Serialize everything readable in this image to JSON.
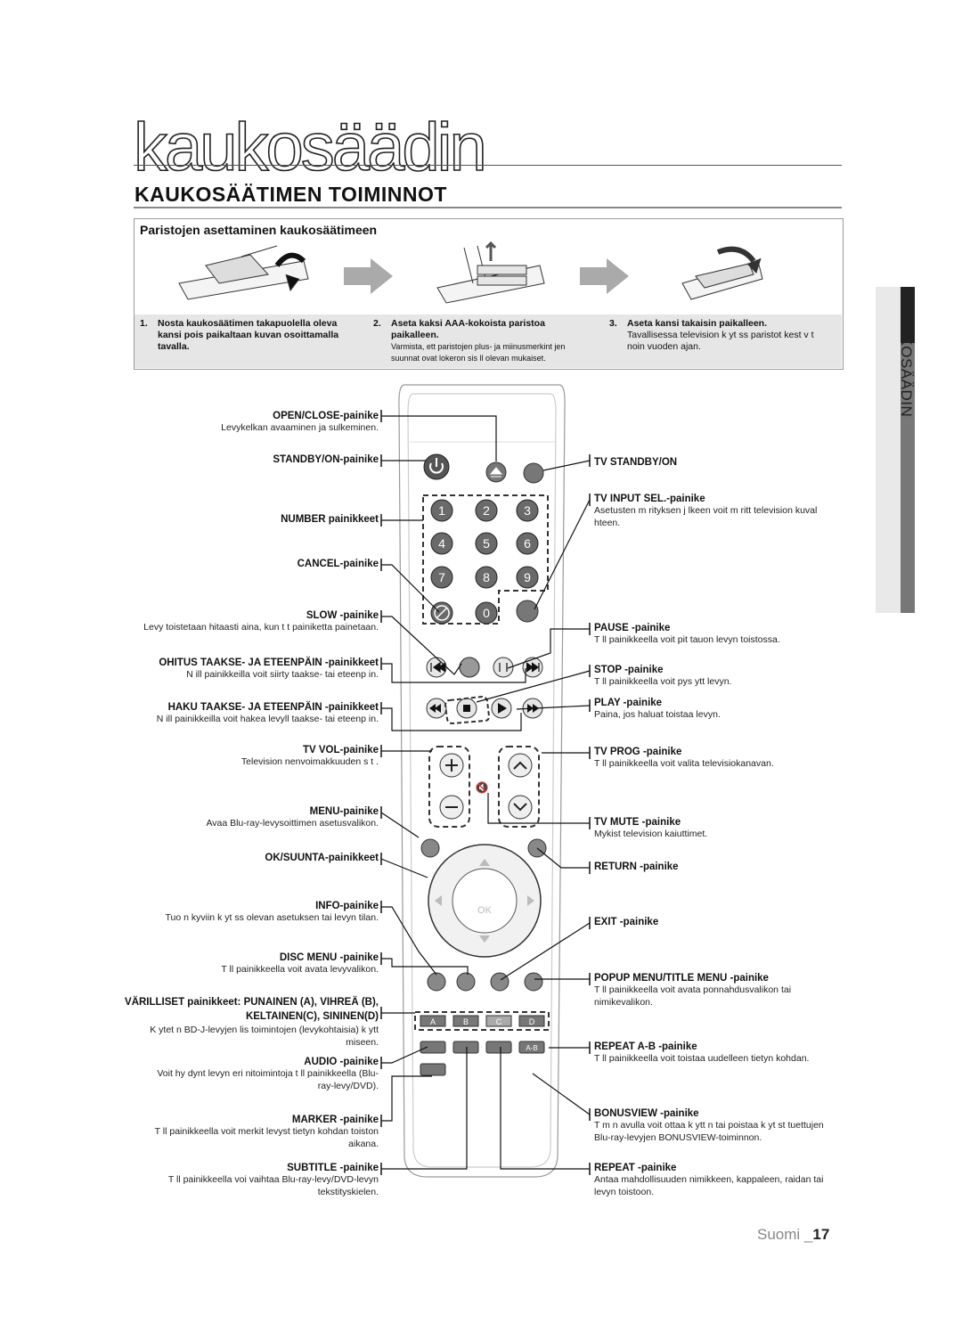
{
  "page": {
    "chapter_title": "kaukosäädin",
    "section_title": "KAUKOSÄÄTIMEN TOIMINNOT",
    "side_tab": "KAUKOSÄÄDIN",
    "footer_lang": "Suomi _",
    "footer_page": "17"
  },
  "battery": {
    "heading": "Paristojen asettaminen kaukosäätimeen",
    "steps": [
      {
        "num": "1.",
        "bold": "Nosta kaukosäätimen takapuolella oleva kansi pois paikaltaan kuvan osoittamalla tavalla.",
        "note": ""
      },
      {
        "num": "2.",
        "bold": "Aseta kaksi AAA-kokoista paristoa paikalleen.",
        "note": "Varmista, ett  paristojen plus- ja miinusmerkint jen suunnat ovat lokeron sis ll  olevan mukaiset."
      },
      {
        "num": "3.",
        "bold": "Aseta kansi takaisin paikalleen.",
        "note": "Tavallisessa television k yt ss  paristot kest v t noin vuoden ajan."
      }
    ]
  },
  "left_labels": [
    {
      "label": "OPEN/CLOSE-painike",
      "desc": "Levykelkan avaaminen ja sulkeminen."
    },
    {
      "label": "STANDBY/ON-painike",
      "desc": ""
    },
    {
      "label": "NUMBER painikkeet",
      "desc": ""
    },
    {
      "label": "CANCEL-painike",
      "desc": ""
    },
    {
      "label": "SLOW -painike",
      "desc": "Levy  toistetaan hitaasti aina, kun t t  painiketta painetaan."
    },
    {
      "label": "OHITUS TAAKSE- JA ETEENPÄIN -painikkeet",
      "desc": "N ill  painikkeilla voit siirty  taakse- tai eteenp in."
    },
    {
      "label": "HAKU TAAKSE- JA ETEENPÄIN -painikkeet",
      "desc": "N ill  painikkeilla voit hakea levyll  taakse- tai eteenp in."
    },
    {
      "label": "TV VOL-painike",
      "desc": "Television   nenvoimakkuuden s  t ."
    },
    {
      "label": "MENU-painike",
      "desc": "Avaa Blu-ray-levysoittimen asetusvalikon."
    },
    {
      "label": "OK/SUUNTA-painikkeet",
      "desc": ""
    },
    {
      "label": "INFO-painike",
      "desc": "Tuo n kyviin k yt ss  olevan asetuksen tai levyn tilan."
    },
    {
      "label": "DISC MENU -painike",
      "desc": "T ll  painikkeella voit avata levyvalikon."
    },
    {
      "label": "VÄRILLISET painikkeet: PUNAINEN (A), VIHREÄ (B), KELTAINEN(C), SININEN(D)",
      "desc": "K ytet  n BD-J-levyjen lis toimintojen (levykohtaisia) k ytt miseen."
    },
    {
      "label": "AUDIO -painike",
      "desc": "Voit hy dynt   levyn eri   nitoimintoja t ll  painikkeella (Blu-ray-levy/DVD)."
    },
    {
      "label": "MARKER -painike",
      "desc": "T ll  painikkeella voit merkit  levyst  tietyn kohdan toiston aikana."
    },
    {
      "label": "SUBTITLE -painike",
      "desc": "T ll  painikkeella voi vaihtaa Blu-ray-levy/DVD-levyn tekstityskielen."
    }
  ],
  "right_labels": [
    {
      "label": "TV STANDBY/ON",
      "desc": ""
    },
    {
      "label": "TV INPUT SEL.-painike",
      "desc": "Asetusten m rityksen j lkeen voit m ritt   television kuval hteen."
    },
    {
      "label": "PAUSE -painike",
      "desc": "T ll  painikkeella voit pit   tauon levyn toistossa."
    },
    {
      "label": "STOP -painike",
      "desc": "T ll  painikkeella voit pys ytt   levyn."
    },
    {
      "label": "PLAY -painike",
      "desc": "Paina, jos haluat toistaa levyn."
    },
    {
      "label": "TV PROG -painike",
      "desc": "T ll  painikkeella voit valita televisiokanavan."
    },
    {
      "label": "TV MUTE -painike",
      "desc": "Mykist   television kaiuttimet."
    },
    {
      "label": "RETURN -painike",
      "desc": ""
    },
    {
      "label": "EXIT -painike",
      "desc": ""
    },
    {
      "label": "POPUP MENU/TITLE MENU -painike",
      "desc": "T ll  painikkeella voit avata ponnahdusvalikon tai nimikevalikon."
    },
    {
      "label": "REPEAT A-B -painike",
      "desc": "T ll  painikkeella voit toistaa uudelleen tietyn kohdan."
    },
    {
      "label": "BONUSVIEW -painike",
      "desc": "T m n avulla voit ottaa k ytt  n tai poistaa k yt st  tuettujen Blu-ray-levyjen BONUSVIEW-toiminnon."
    },
    {
      "label": "REPEAT -painike",
      "desc": "Antaa mahdollisuuden nimikkeen, kappaleen, raidan tai levyn toistoon."
    }
  ],
  "remote": {
    "numbers": [
      "1",
      "2",
      "3",
      "4",
      "5",
      "6",
      "7",
      "8",
      "9",
      "0"
    ],
    "color_keys": [
      "A",
      "B",
      "C",
      "D"
    ],
    "ab_key": "A-B",
    "ok_label": "OK"
  }
}
